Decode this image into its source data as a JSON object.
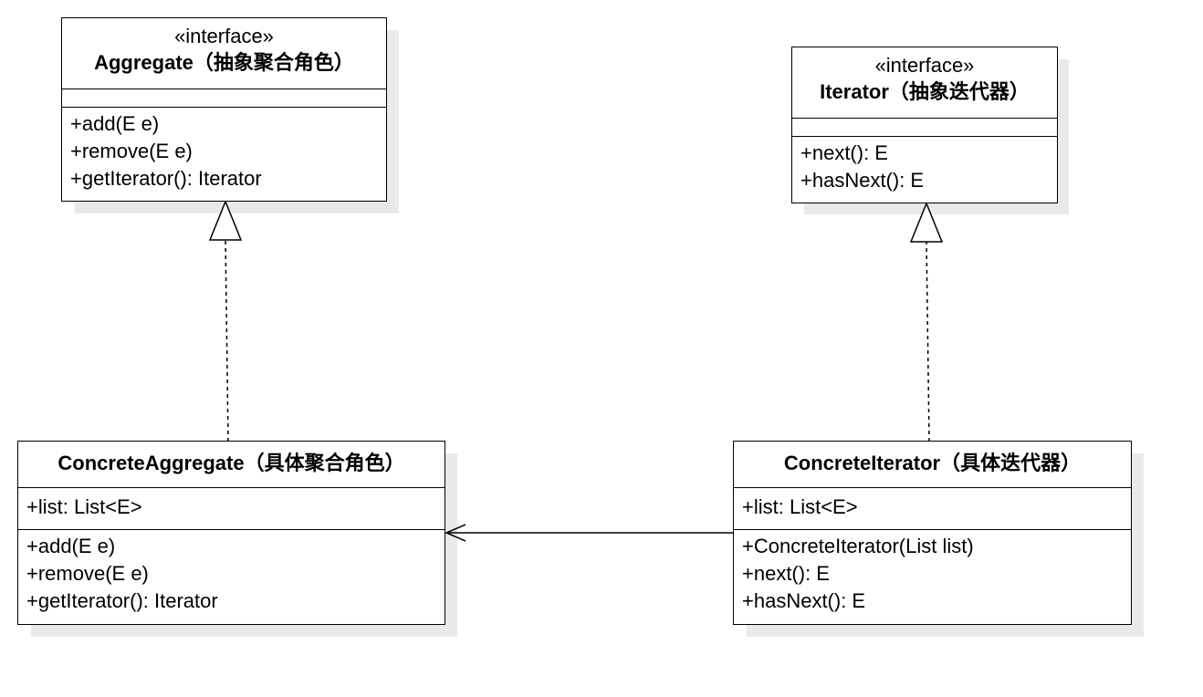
{
  "classes": {
    "aggregate": {
      "stereotype": "«interface»",
      "name": "Aggregate（抽象聚合角色）",
      "operations": [
        "+add(E e)",
        "+remove(E e)",
        "+getIterator(): Iterator"
      ]
    },
    "iterator": {
      "stereotype": "«interface»",
      "name": "Iterator（抽象迭代器）",
      "operations": [
        "+next(): E",
        "+hasNext(): E"
      ]
    },
    "concrete_aggregate": {
      "name": "ConcreteAggregate（具体聚合角色）",
      "attributes": [
        "+list: List<E>"
      ],
      "operations": [
        "+add(E e)",
        "+remove(E e)",
        "+getIterator(): Iterator"
      ]
    },
    "concrete_iterator": {
      "name": "ConcreteIterator（具体迭代器）",
      "attributes": [
        "+list: List<E>"
      ],
      "operations": [
        "+ConcreteIterator(List list)",
        "+next(): E",
        "+hasNext(): E"
      ]
    }
  },
  "relationships": [
    {
      "type": "realization",
      "from": "ConcreteAggregate",
      "to": "Aggregate"
    },
    {
      "type": "realization",
      "from": "ConcreteIterator",
      "to": "Iterator"
    },
    {
      "type": "association",
      "from": "ConcreteIterator",
      "to": "ConcreteAggregate"
    }
  ]
}
